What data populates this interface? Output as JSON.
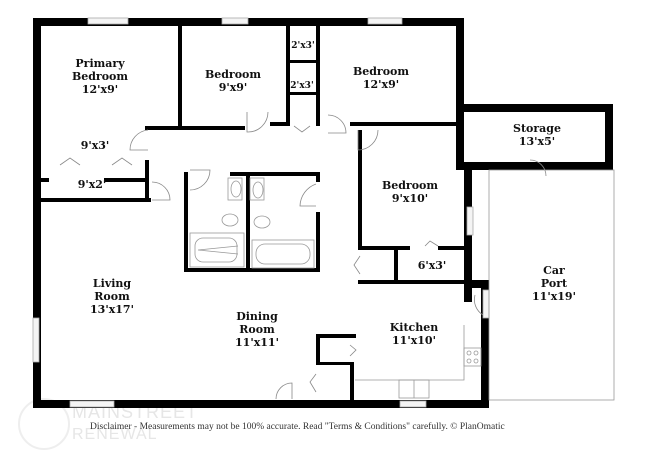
{
  "rooms": {
    "primary_bedroom": {
      "name_line1": "Primary",
      "name_line2": "Bedroom",
      "size": "12'x9'"
    },
    "bedroom_a": {
      "name": "Bedroom",
      "size": "9'x9'"
    },
    "closet_top": {
      "size": "2'x3'"
    },
    "closet_mid": {
      "size": "2'x3'"
    },
    "bedroom_b": {
      "name": "Bedroom",
      "size": "12'x9'"
    },
    "storage": {
      "name": "Storage",
      "size": "13'x5'"
    },
    "primary_closet": {
      "size": "9'x3'"
    },
    "primary_closet2": {
      "size": "9'x2'"
    },
    "bedroom_c": {
      "name": "Bedroom",
      "size": "9'x10'"
    },
    "closet_c": {
      "size": "6'x3'"
    },
    "living_room": {
      "name_line1": "Living",
      "name_line2": "Room",
      "size": "13'x17'"
    },
    "dining_room": {
      "name_line1": "Dining",
      "name_line2": "Room",
      "size": "11'x11'"
    },
    "kitchen": {
      "name": "Kitchen",
      "size": "11'x10'"
    },
    "car_port": {
      "name_line1": "Car",
      "name_line2": "Port",
      "size": "11'x19'"
    }
  },
  "footer": {
    "disclaimer": "Disclaimer - Measurements may not be 100% accurate. Read \"Terms & Conditions\" carefully. © PlanOmatic",
    "watermark_line1": "MAINSTREET",
    "watermark_line2": "RENEWAL"
  }
}
